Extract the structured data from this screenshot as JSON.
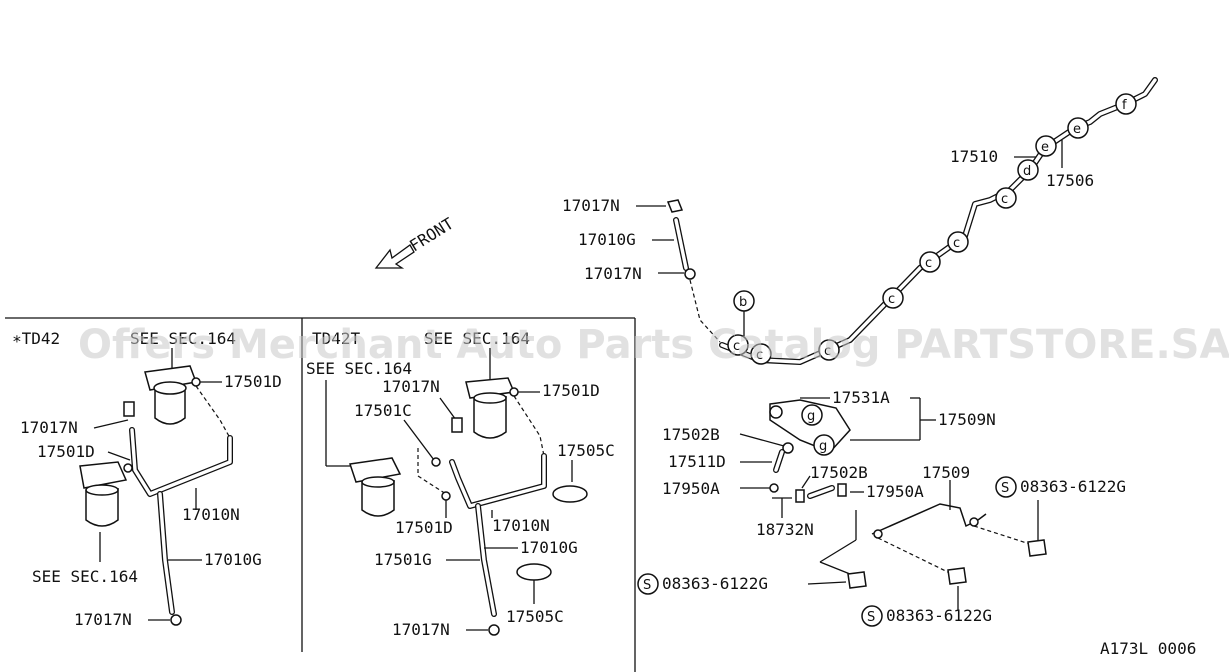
{
  "diagram": {
    "front_label": "FRONT",
    "code": "A173L 0006",
    "watermark": "Offers Merchant Auto Parts Catalog PARTSTORE.SA",
    "panel_td42": {
      "title": "∗TD42",
      "see_top": "SEE SEC.164",
      "see_bottom": "SEE SEC.164",
      "labels": [
        "17501D",
        "17017N",
        "17501D",
        "17010N",
        "17010G",
        "17017N"
      ]
    },
    "panel_td42t": {
      "title": "TD42T",
      "see_top": "SEE SEC.164",
      "see_left": "SEE SEC.164",
      "labels": [
        "17017N",
        "17501D",
        "17501C",
        "17505C",
        "17501D",
        "17010N",
        "17010G",
        "17501G",
        "17505C",
        "17017N"
      ]
    },
    "main": {
      "labels_top": [
        "17510",
        "17506",
        "17017N",
        "17010G",
        "17017N"
      ],
      "circle_letters": [
        "b",
        "c",
        "c",
        "c",
        "c",
        "c",
        "c",
        "d",
        "e",
        "e",
        "f",
        "g",
        "g"
      ],
      "labels_mid": [
        "17531A",
        "17509N",
        "17502B",
        "17511D",
        "17950A",
        "17502B",
        "17950A",
        "17509",
        "18732N"
      ],
      "bolt_labels": [
        "08363-6122G",
        "08363-6122G",
        "08363-6122G"
      ],
      "bolt_symbol": "S"
    }
  }
}
